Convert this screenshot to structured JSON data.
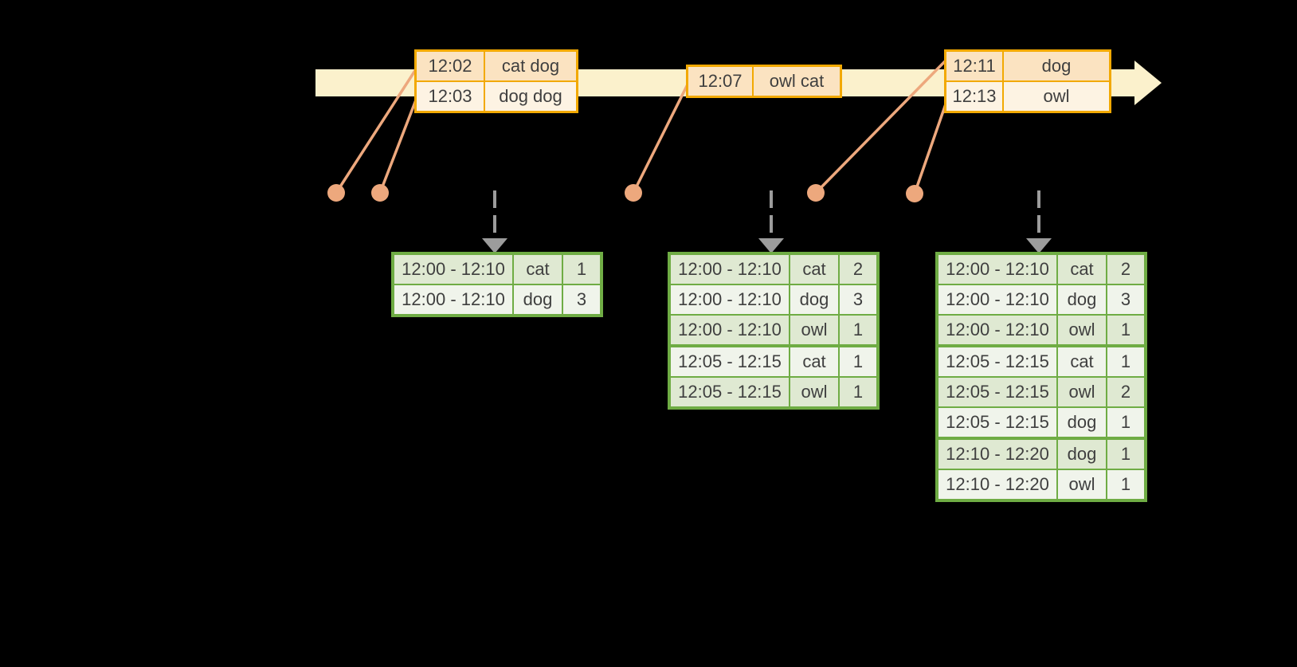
{
  "diagram": {
    "title": "windowed-grouped-aggregation-timeline",
    "colors": {
      "background": "#000000",
      "timeline_fill": "#FBF1CC",
      "event_table_border": "#F2A902",
      "event_row_dark": "#FBE3C1",
      "event_row_light": "#FDF3E3",
      "event_dot": "#EDA87D",
      "trigger_arrow": "#9C9C9C",
      "result_table_border": "#6FAC44",
      "result_row_dark": "#DFE9D2",
      "result_row_light": "#F0F4EB",
      "text": "#3F3F3F"
    },
    "event_tables": [
      {
        "rows": [
          {
            "time": "12:02",
            "words": "cat dog"
          },
          {
            "time": "12:03",
            "words": "dog dog"
          }
        ]
      },
      {
        "rows": [
          {
            "time": "12:07",
            "words": "owl cat"
          }
        ]
      },
      {
        "rows": [
          {
            "time": "12:11",
            "words": "dog"
          },
          {
            "time": "12:13",
            "words": "owl"
          }
        ]
      }
    ],
    "result_tables": [
      {
        "rows": [
          {
            "window": "12:00 - 12:10",
            "word": "cat",
            "count": "1"
          },
          {
            "window": "12:00 - 12:10",
            "word": "dog",
            "count": "3"
          }
        ]
      },
      {
        "rows": [
          {
            "window": "12:00 - 12:10",
            "word": "cat",
            "count": "2"
          },
          {
            "window": "12:00 - 12:10",
            "word": "dog",
            "count": "3"
          },
          {
            "window": "12:00 - 12:10",
            "word": "owl",
            "count": "1"
          },
          {
            "window": "12:05 - 12:15",
            "word": "cat",
            "count": "1"
          },
          {
            "window": "12:05 - 12:15",
            "word": "owl",
            "count": "1"
          }
        ]
      },
      {
        "rows": [
          {
            "window": "12:00 - 12:10",
            "word": "cat",
            "count": "2"
          },
          {
            "window": "12:00 - 12:10",
            "word": "dog",
            "count": "3"
          },
          {
            "window": "12:00 - 12:10",
            "word": "owl",
            "count": "1"
          },
          {
            "window": "12:05 - 12:15",
            "word": "cat",
            "count": "1"
          },
          {
            "window": "12:05 - 12:15",
            "word": "owl",
            "count": "2"
          },
          {
            "window": "12:05 - 12:15",
            "word": "dog",
            "count": "1"
          },
          {
            "window": "12:10 - 12:20",
            "word": "dog",
            "count": "1"
          },
          {
            "window": "12:10 - 12:20",
            "word": "owl",
            "count": "1"
          }
        ]
      }
    ]
  }
}
